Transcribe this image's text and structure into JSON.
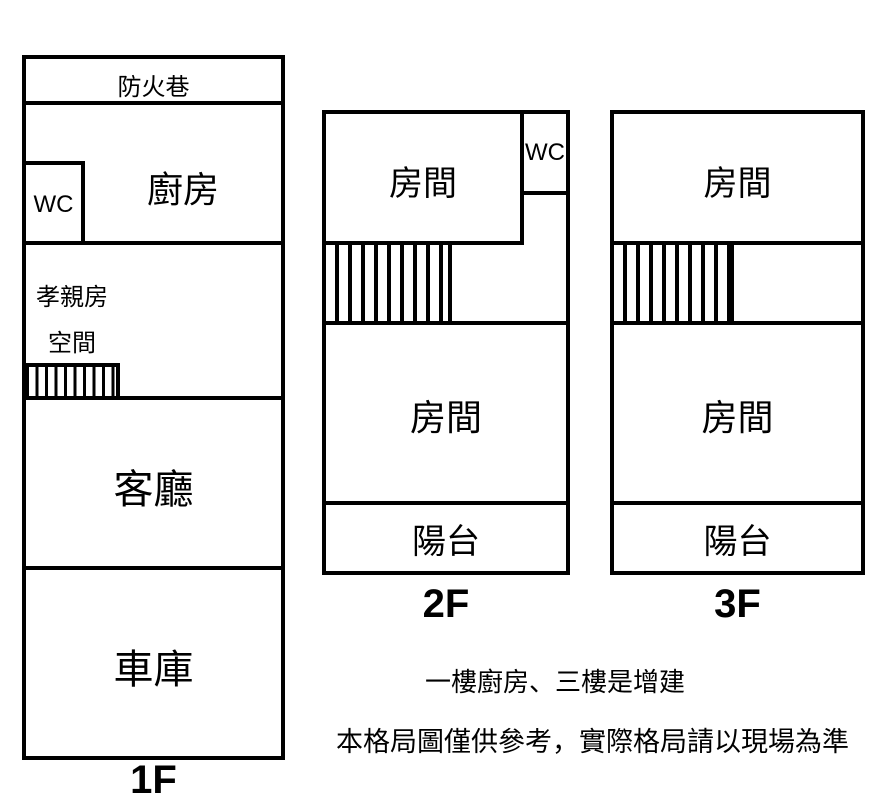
{
  "colors": {
    "line": "#000000",
    "background": "#ffffff",
    "text": "#000000"
  },
  "floor1": {
    "label": "1F",
    "rooms": {
      "fire_lane": "防火巷",
      "wc": "WC",
      "kitchen": "廚房",
      "elder_room": "孝親房",
      "elder_space": "空間",
      "living_room": "客廳",
      "garage": "車庫"
    }
  },
  "floor2": {
    "label": "2F",
    "rooms": {
      "room_top": "房間",
      "wc": "WC",
      "room_main": "房間",
      "balcony": "陽台"
    }
  },
  "floor3": {
    "label": "3F",
    "rooms": {
      "room_top": "房間",
      "room_main": "房間",
      "balcony": "陽台"
    }
  },
  "notes": {
    "line1": "一樓廚房、三樓是增建",
    "line2": "本格局圖僅供參考，實際格局請以現場為準"
  }
}
